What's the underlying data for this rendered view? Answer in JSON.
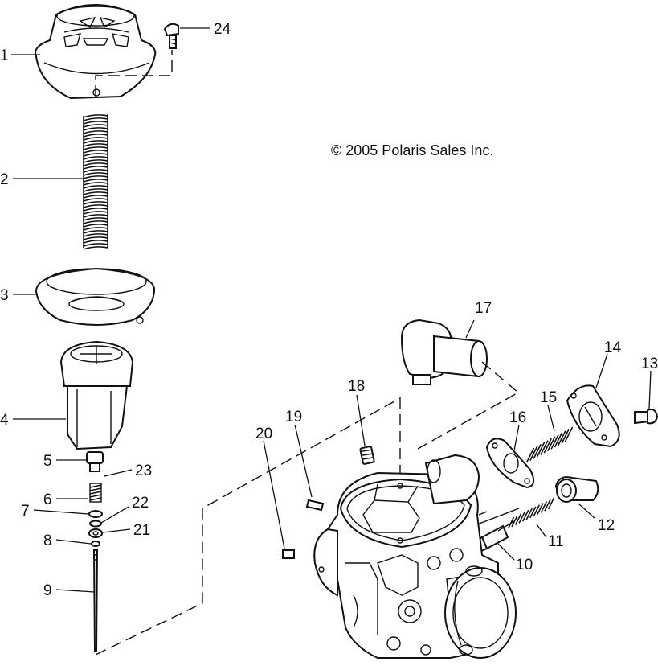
{
  "copyright": "© 2005 Polaris Sales Inc.",
  "callouts": {
    "c1": "1",
    "c2": "2",
    "c3": "3",
    "c4": "4",
    "c5": "5",
    "c6": "6",
    "c7": "7",
    "c8": "8",
    "c9": "9",
    "c10": "10",
    "c11": "11",
    "c12": "12",
    "c13": "13",
    "c14": "14",
    "c15": "15",
    "c16": "16",
    "c17": "17",
    "c18": "18",
    "c19": "19",
    "c20": "20",
    "c21": "21",
    "c22": "22",
    "c23": "23",
    "c24": "24"
  }
}
